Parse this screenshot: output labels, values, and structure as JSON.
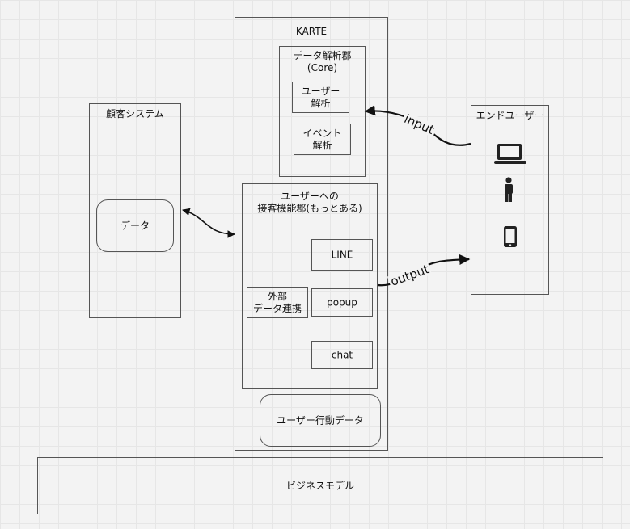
{
  "diagram": {
    "karte": {
      "title": "KARTE"
    },
    "core": {
      "title": "データ解析郡\n(Core)",
      "user_analysis": "ユーザー\n解析",
      "event_analysis": "イベント\n解析"
    },
    "engagement": {
      "title": "ユーザーへの\n接客機能郡(もっとある)",
      "external": "外部\nデータ連携",
      "line": "LINE",
      "popup": "popup",
      "chat": "chat"
    },
    "behavior_data": "ユーザー行動データ",
    "customer_system": {
      "title": "顧客システム",
      "data": "データ"
    },
    "end_user": {
      "title": "エンドユーザー"
    },
    "business_model": "ビジネスモデル",
    "edges": {
      "input": "input",
      "output": "output"
    }
  },
  "icons": [
    "laptop-icon",
    "person-icon",
    "smartphone-icon"
  ]
}
